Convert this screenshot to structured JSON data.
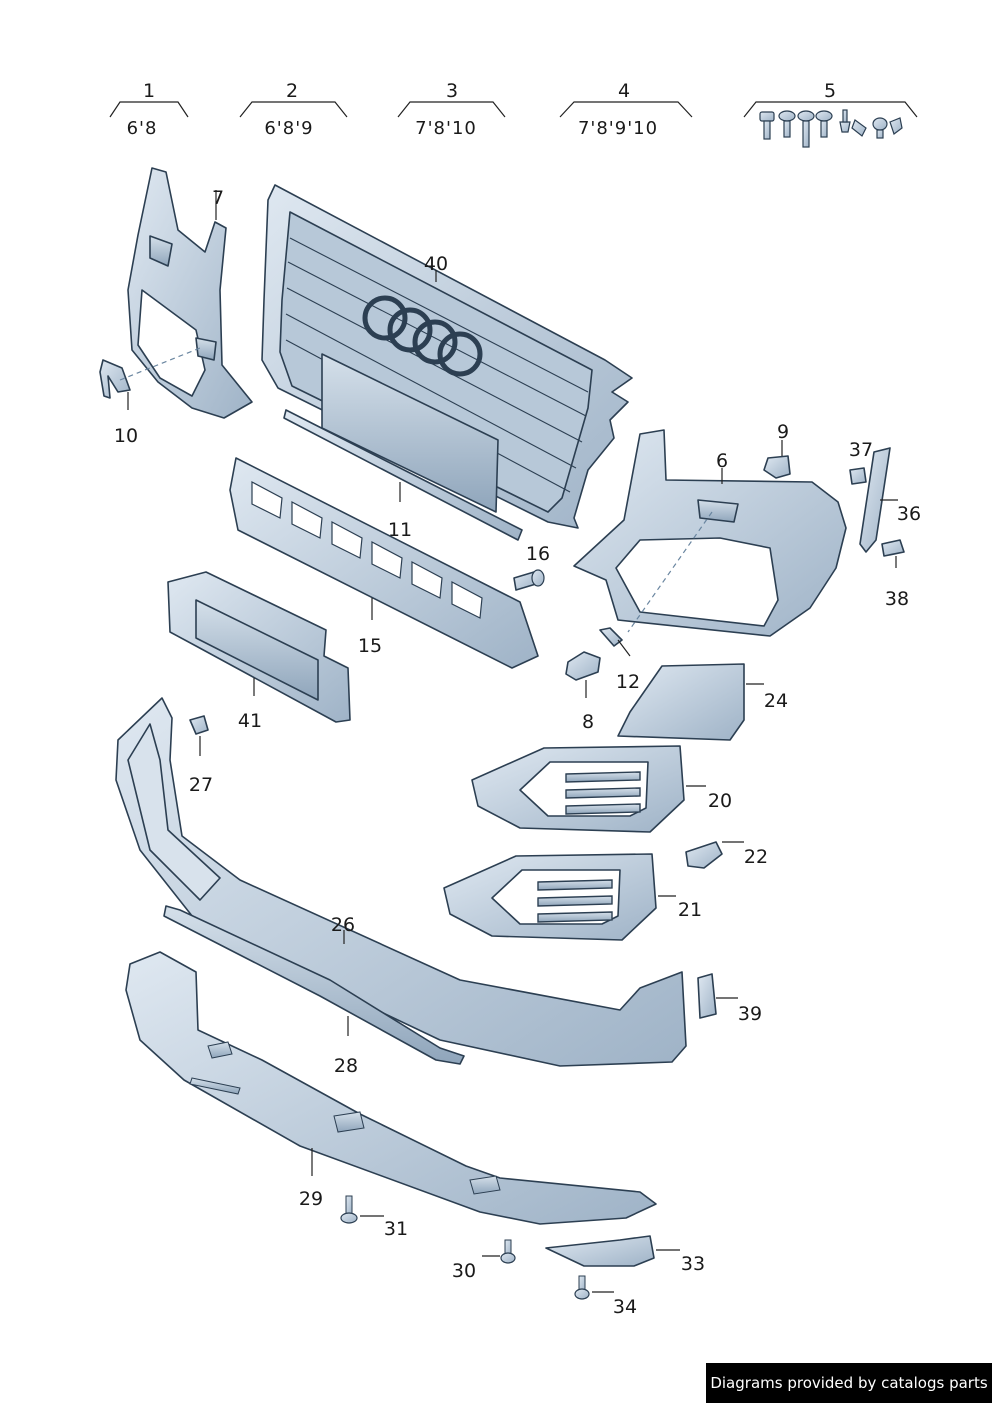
{
  "kits": [
    {
      "number": "1",
      "contents": "6'8"
    },
    {
      "number": "2",
      "contents": "6'8'9"
    },
    {
      "number": "3",
      "contents": "7'8'10"
    },
    {
      "number": "4",
      "contents": "7'8'9'10"
    },
    {
      "number": "5",
      "contents": ""
    }
  ],
  "callouts": {
    "p6": "6",
    "p7": "7",
    "p8": "8",
    "p9": "9",
    "p10": "10",
    "p11": "11",
    "p12": "12",
    "p15": "15",
    "p16": "16",
    "p20": "20",
    "p21": "21",
    "p22": "22",
    "p24": "24",
    "p26": "26",
    "p27": "27",
    "p28": "28",
    "p29": "29",
    "p30": "30",
    "p31": "31",
    "p33": "33",
    "p34": "34",
    "p36": "36",
    "p37": "37",
    "p38": "38",
    "p39": "39",
    "p40": "40",
    "p41": "41"
  },
  "colors": {
    "part_fill": "#c6d4e2",
    "part_fill_dark": "#9fb3c7",
    "part_stroke": "#2c3f52",
    "footer_bg": "#000000"
  },
  "footer": {
    "text": "Diagrams provided by catalogs parts"
  }
}
